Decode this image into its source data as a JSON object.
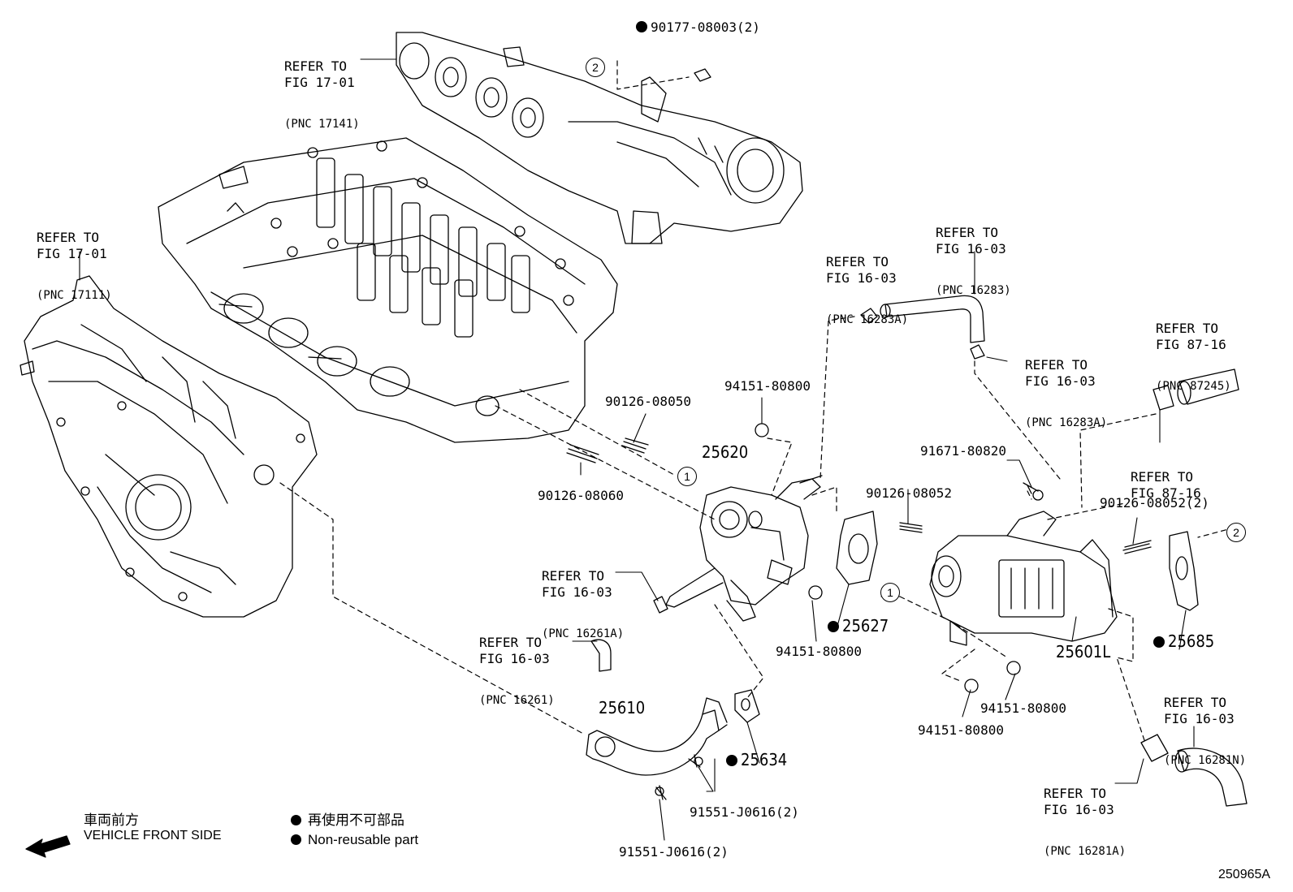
{
  "refer_labels": [
    {
      "line1": "REFER TO",
      "line2": "FIG 17-01",
      "line3": "(PNC 17141)"
    },
    {
      "line1": "REFER TO",
      "line2": "FIG 17-01",
      "line3": "(PNC 17111)"
    },
    {
      "line1": "REFER TO",
      "line2": "FIG 16-03",
      "line3": "(PNC 16283)"
    },
    {
      "line1": "REFER TO",
      "line2": "FIG 16-03",
      "line3": "(PNC 16283A)"
    },
    {
      "line1": "REFER TO",
      "line2": "FIG 16-03",
      "line3": "(PNC 16283A)"
    },
    {
      "line1": "REFER TO",
      "line2": "FIG 87-16",
      "line3": "(PNC 87245)"
    },
    {
      "line1": "REFER TO",
      "line2": "FIG 87-16",
      "line3": ""
    },
    {
      "line1": "REFER TO",
      "line2": "FIG 16-03",
      "line3": "(PNC 16261A)"
    },
    {
      "line1": "REFER TO",
      "line2": "FIG 16-03",
      "line3": "(PNC 16261)"
    },
    {
      "line1": "REFER TO",
      "line2": "FIG 16-03",
      "line3": "(PNC 16281N)"
    },
    {
      "line1": "REFER TO",
      "line2": "FIG 16-03",
      "line3": "(PNC 16281A)"
    }
  ],
  "part_numbers": {
    "p9017708003": "90177-08003(2)",
    "p9012608050": "90126-08050",
    "p9012608060": "90126-08060",
    "p9415180800_top": "94151-80800",
    "p9415180800_mid": "94151-80800",
    "p9415180800_right1": "94151-80800",
    "p9415180800_right2": "94151-80800",
    "p9167180820": "91671-80820",
    "p9012608052": "90126-08052",
    "p9012608052x2": "90126-08052(2)",
    "p91551_a": "91551-J0616(2)",
    "p91551_b": "91551-J0616(2)"
  },
  "main_parts": {
    "p25620": "25620",
    "p25627": "25627",
    "p25601L": "25601L",
    "p25685": "25685",
    "p25610": "25610",
    "p25634": "25634"
  },
  "callouts": {
    "c1": "1",
    "c2": "2"
  },
  "legend": {
    "front_jp": "車両前方",
    "front_en": "VEHICLE FRONT SIDE",
    "nonreuse_jp": "再使用不可部品",
    "nonreuse_en": "Non-reusable part"
  },
  "figure_id": "250965A"
}
